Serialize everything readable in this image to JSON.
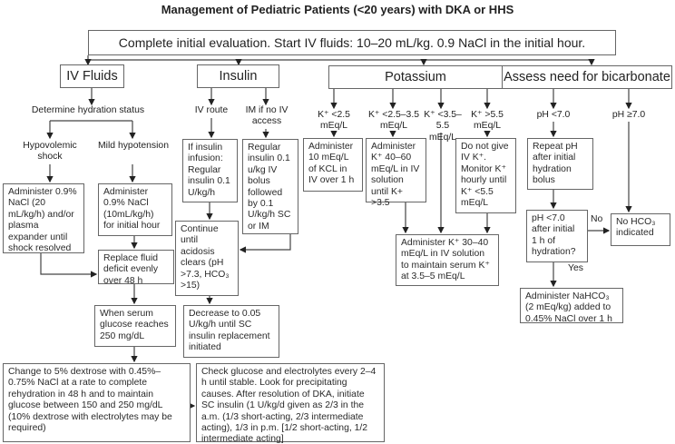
{
  "title": "Management of Pediatric Patients (<20 years) with DKA or HHS",
  "top_box": "Complete initial evaluation. Start IV fluids: 10–20 mL/kg. 0.9 NaCl in the initial hour.",
  "headers": {
    "iv_fluids": "IV Fluids",
    "insulin": "Insulin",
    "potassium": "Potassium",
    "bicarbonate": "Assess need for bicarbonate"
  },
  "iv_fluids": {
    "determine": "Determine hydration status",
    "hypovolemic": "Hypovolemic shock",
    "mild": "Mild hypotension",
    "shock_box": "Administer 0.9% NaCl (20 mL/kg/h) and/or plasma expander until shock resolved",
    "mild_box": "Administer 0.9% NaCl (10mL/kg/h) for initial hour",
    "replace_box": "Replace fluid deficit evenly over 48 h",
    "glucose_box": "When serum glucose reaches 250 mg/dL",
    "dextrose_box": "Change to 5% dextrose with 0.45%–0.75% NaCl at a rate to complete rehydration in 48 h and to maintain glucose between 150 and 250 mg/dL (10% dextrose with electrolytes may be required)"
  },
  "insulin": {
    "iv_route": "IV route",
    "im_route": "IM if no IV access",
    "infusion_box": "If insulin infusion: Regular insulin 0.1 U/kg/h",
    "bolus_box": "Regular insulin 0.1 u/kg IV bolus followed by 0.1 U/kg/h SC or IM",
    "continue_box": "Continue until acidosis clears (pH >7.3, HCO₃ >15)",
    "decrease_box": "Decrease to 0.05 U/kg/h until SC insulin replacement initiated",
    "check_box": "Check glucose and electrolytes every 2–4 h until stable. Look for precipitating causes. After resolution of DKA, initiate SC insulin (1 U/kg/d given as 2/3 in the a.m. (1/3 short-acting, 2/3 intermediate acting), 1/3 in p.m. [1/2 short-acting, 1/2 intermediate acting]"
  },
  "potassium": {
    "k1": "K⁺ <2.5 mEq/L",
    "k2": "K⁺ <2.5–3.5 mEq/L",
    "k3": "K⁺ <3.5–5.5 mEq/L",
    "k4": "K⁺ >5.5 mEq/L",
    "k1_box": "Administer 10 mEq/L of KCL in IV over 1 h",
    "k2_box": "Administer K⁺ 40–60 mEq/L in IV solution until K+ >3.5",
    "k4_box": "Do not give IV K⁺. Monitor K⁺ hourly until K⁺ <5.5 mEq/L",
    "maintain_box": "Administer K⁺ 30–40 mEq/L in IV solution to maintain serum K⁺ at 3.5–5 mEq/L"
  },
  "bicarbonate": {
    "ph_low": "pH <7.0",
    "ph_high": "pH ≥7.0",
    "repeat_box": "Repeat pH after initial hydration bolus",
    "question_box": "pH <7.0 after initial 1 h of hydration?",
    "no_label": "No",
    "yes_label": "Yes",
    "no_box": "No HCO₃ indicated",
    "nahco3_box": "Administer NaHCO₃ (2 mEq/kg) added to 0.45% NaCl over 1 h"
  }
}
